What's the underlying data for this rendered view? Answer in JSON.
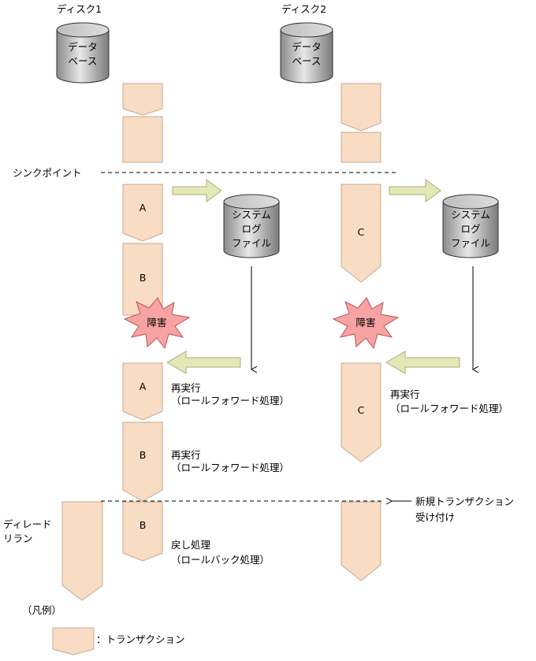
{
  "disk1": {
    "label": "ディスク1",
    "db_line1": "データ",
    "db_line2": "ベース"
  },
  "disk2": {
    "label": "ディスク2",
    "db_line1": "データ",
    "db_line2": "ベース"
  },
  "syncpoint_label": "シンクポイント",
  "syslog": {
    "line1": "システム",
    "line2": "ログ",
    "line3": "ファイル"
  },
  "failure_label": "障害",
  "tx_a": "A",
  "tx_b": "B",
  "tx_c": "C",
  "redo": {
    "line1": "再実行",
    "line2": "（ロールフォワード処理）"
  },
  "undo": {
    "line1": "戻し処理",
    "line2": "（ロールバック処理）"
  },
  "delayed_rerun": {
    "line1": "ディレード",
    "line2": "リラン"
  },
  "new_tx": {
    "line1": "新規トランザクション",
    "line2": "受け付け"
  },
  "legend": {
    "title": "（凡例）",
    "item": "：トランザクション"
  },
  "colors": {
    "transaction": "#f9dcc4",
    "failure_star": "#f7a3a3",
    "flow_arrow": "#e3e8b6",
    "cylinder": "#a0a0a0"
  }
}
